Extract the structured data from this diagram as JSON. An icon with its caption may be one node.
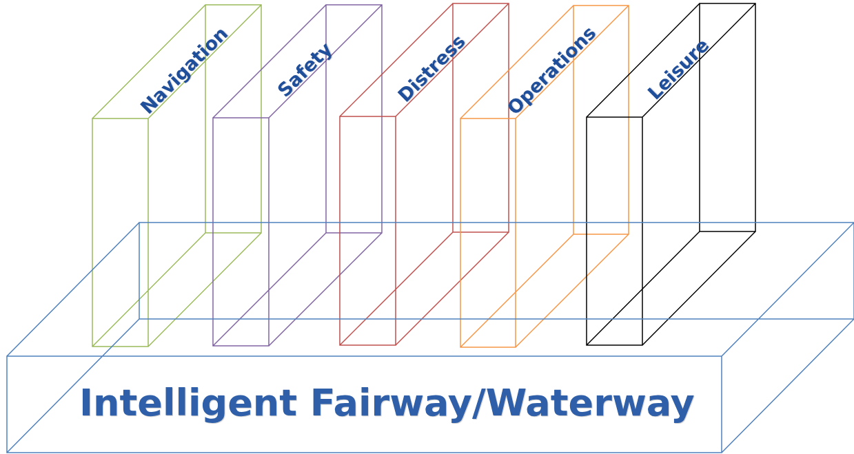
{
  "diagram": {
    "nodes": [
      {
        "text": [
          "Navigation"
        ]
      },
      {
        "text": [
          "Safety"
        ]
      },
      {
        "text": [
          "Distress"
        ]
      },
      {
        "text": [
          "Operations"
        ]
      },
      {
        "text": [
          "Leisure"
        ]
      },
      {
        "text": [
          "Intelligent Fairway/Waterway"
        ]
      }
    ]
  }
}
